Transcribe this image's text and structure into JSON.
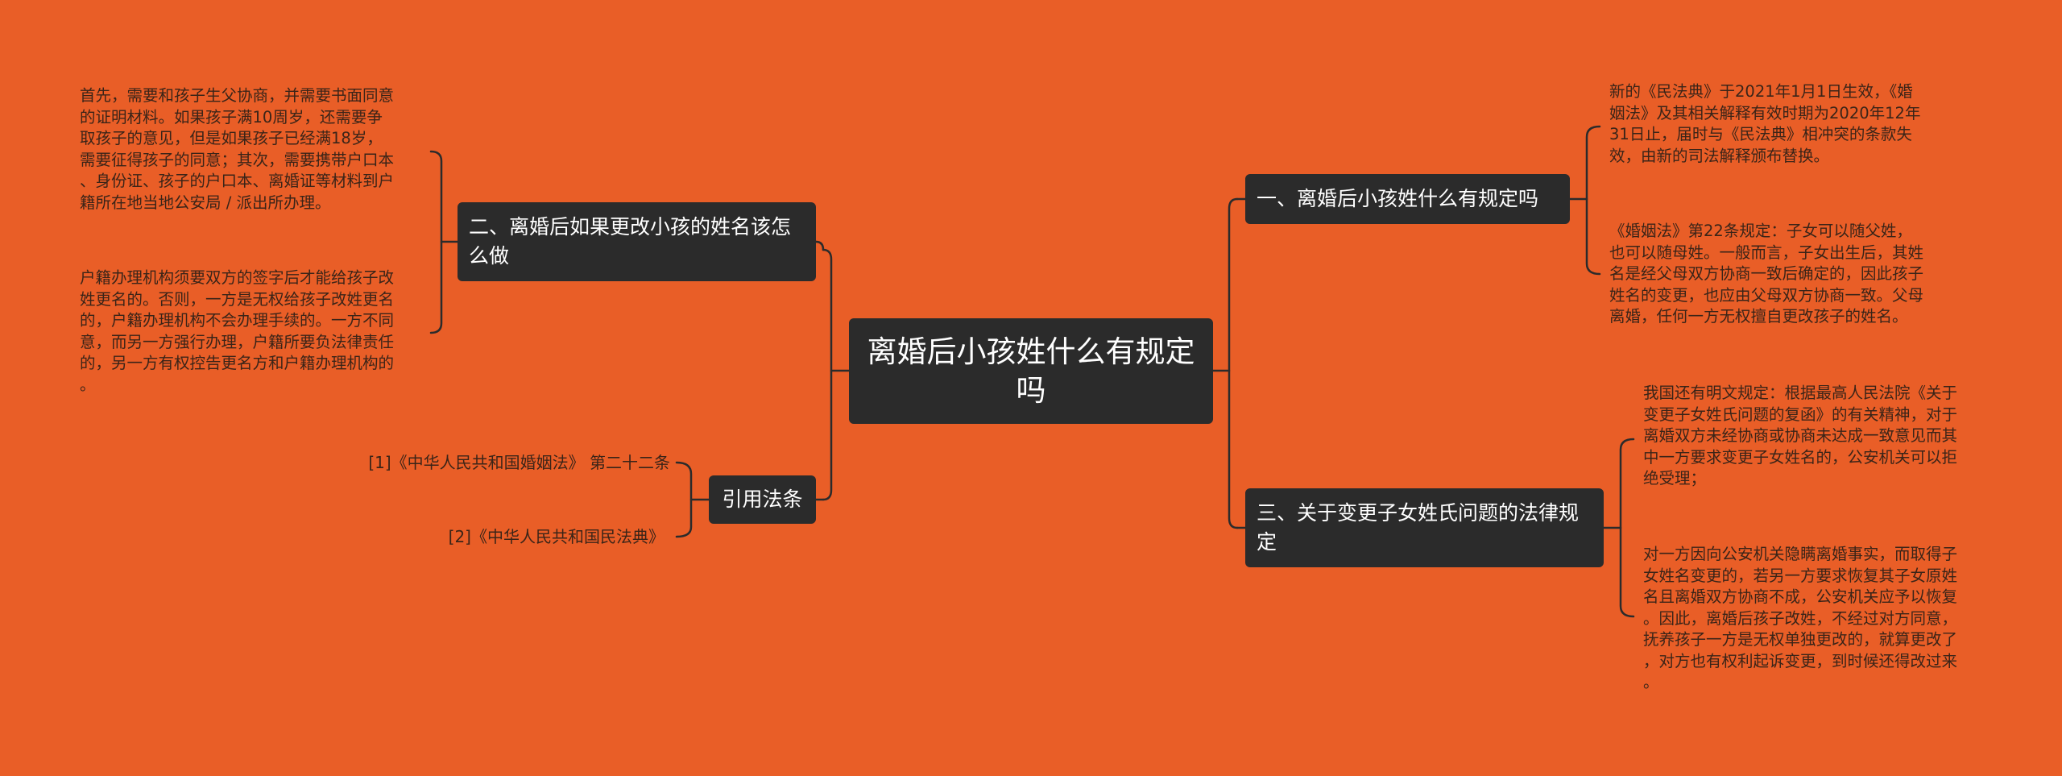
{
  "colors": {
    "background": "#E95E27",
    "node_fill": "#2B2B2B",
    "node_text": "#FFFFFF",
    "leaf_text": "#3A2418",
    "connector": "#2B2B2B"
  },
  "root": {
    "label": "离婚后小孩姓什么有规定吗"
  },
  "left_branch": {
    "label": "二、离婚后如果更改小孩的姓名该怎么做",
    "details": [
      "首先，需要和孩子生父协商，并需要书面同意\n的证明材料。如果孩子满10周岁，还需要争\n取孩子的意见，但是如果孩子已经满18岁，\n需要征得孩子的同意；其次，需要携带户口本\n、身份证、孩子的户口本、离婚证等材料到户\n籍所在地当地公安局 / 派出所办理。",
      "户籍办理机构须要双方的签字后才能给孩子改\n姓更名的。否则，一方是无权给孩子改姓更名\n的，户籍办理机构不会办理手续的。一方不同\n意，而另一方强行办理，户籍所要负法律责任\n的，另一方有权控告更名方和户籍办理机构的\n。"
    ]
  },
  "ref_branch": {
    "label": "引用法条",
    "refs": [
      "[1]《中华人民共和国婚姻法》 第二十二条",
      "[2]《中华人民共和国民法典》"
    ]
  },
  "right_branch_1": {
    "label": "一、离婚后小孩姓什么有规定吗",
    "details": [
      "新的《民法典》于2021年1月1日生效，《婚\n姻法》及其相关解释有效时期为2020年12年\n31日止，届时与《民法典》相冲突的条款失\n效，由新的司法解释颁布替换。",
      "《婚姻法》第22条规定：子女可以随父姓，\n也可以随母姓。一般而言，子女出生后，其姓\n名是经父母双方协商一致后确定的，因此孩子\n姓名的变更，也应由父母双方协商一致。父母\n离婚，任何一方无权擅自更改孩子的姓名。"
    ]
  },
  "right_branch_3": {
    "label": "三、关于变更子女姓氏问题的法律规定",
    "details": [
      "我国还有明文规定：根据最高人民法院《关于\n变更子女姓氏问题的复函》的有关精神，对于\n离婚双方未经协商或协商未达成一致意见而其\n中一方要求变更子女姓名的，公安机关可以拒\n绝受理；",
      "对一方因向公安机关隐瞒离婚事实，而取得子\n女姓名变更的，若另一方要求恢复其子女原姓\n名且离婚双方协商不成，公安机关应予以恢复\n。因此，离婚后孩子改姓，不经过对方同意，\n抚养孩子一方是无权单独更改的，就算更改了\n，对方也有权利起诉变更，到时候还得改过来\n。"
    ]
  }
}
